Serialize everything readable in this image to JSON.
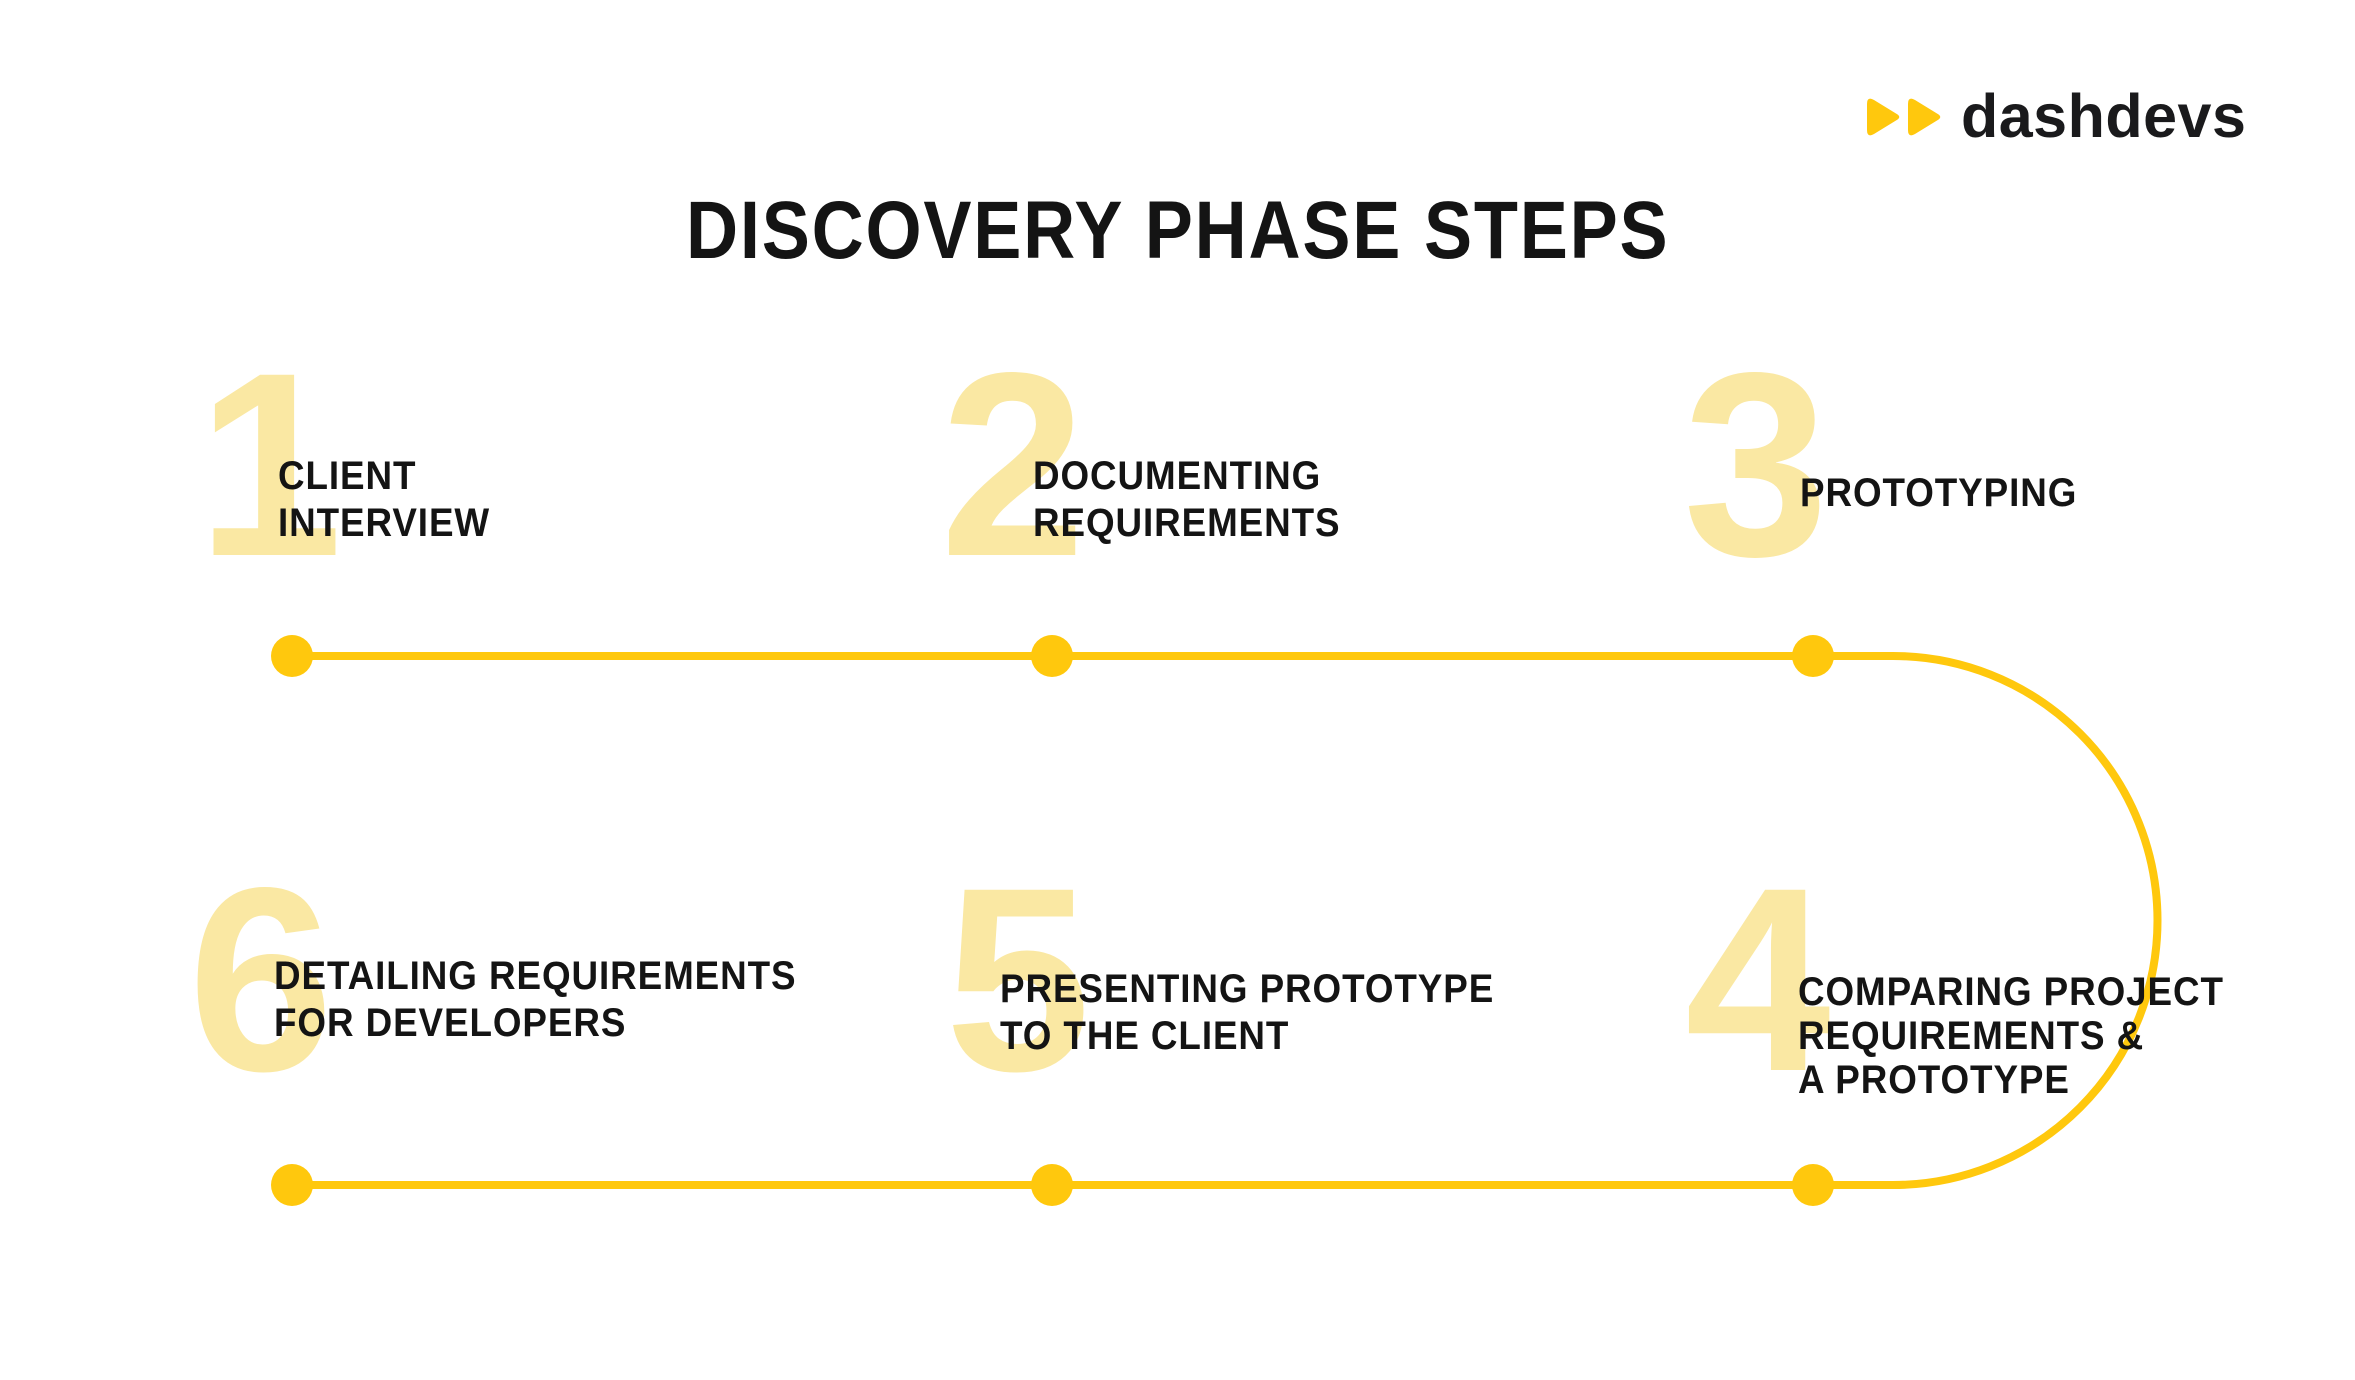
{
  "colors": {
    "background": "#FFFFFF",
    "accent": "#FFC80D",
    "pale_number": "#FAE8A3",
    "text": "#141414",
    "logo_text": "#1A1A1C"
  },
  "logo": {
    "text": "dashdevs",
    "icon": "double-play-triangles-icon"
  },
  "title": "DISCOVERY PHASE STEPS",
  "steps": [
    {
      "number": "1",
      "lines": [
        "CLIENT",
        "INTERVIEW"
      ]
    },
    {
      "number": "2",
      "lines": [
        "DOCUMENTING",
        "REQUIREMENTS"
      ]
    },
    {
      "number": "3",
      "lines": [
        "PROTOTYPING"
      ]
    },
    {
      "number": "4",
      "lines": [
        "COMPARING PROJECT",
        "REQUIREMENTS &",
        "A PROTOTYPE"
      ]
    },
    {
      "number": "5",
      "lines": [
        "PRESENTING PROTOTYPE",
        "TO THE CLIENT"
      ]
    },
    {
      "number": "6",
      "lines": [
        "DETAILING REQUIREMENTS",
        "FOR DEVELOPERS"
      ]
    }
  ]
}
